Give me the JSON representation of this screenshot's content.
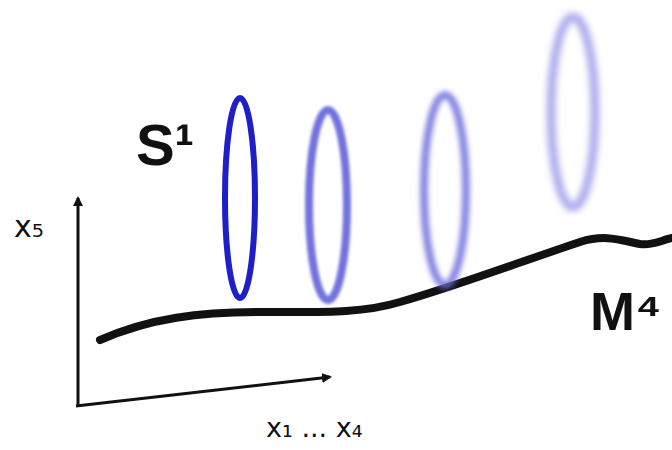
{
  "diagram": {
    "labels": [
      "S¹",
      "x₅",
      "M⁴",
      "x₁ ... x₄"
    ]
  }
}
